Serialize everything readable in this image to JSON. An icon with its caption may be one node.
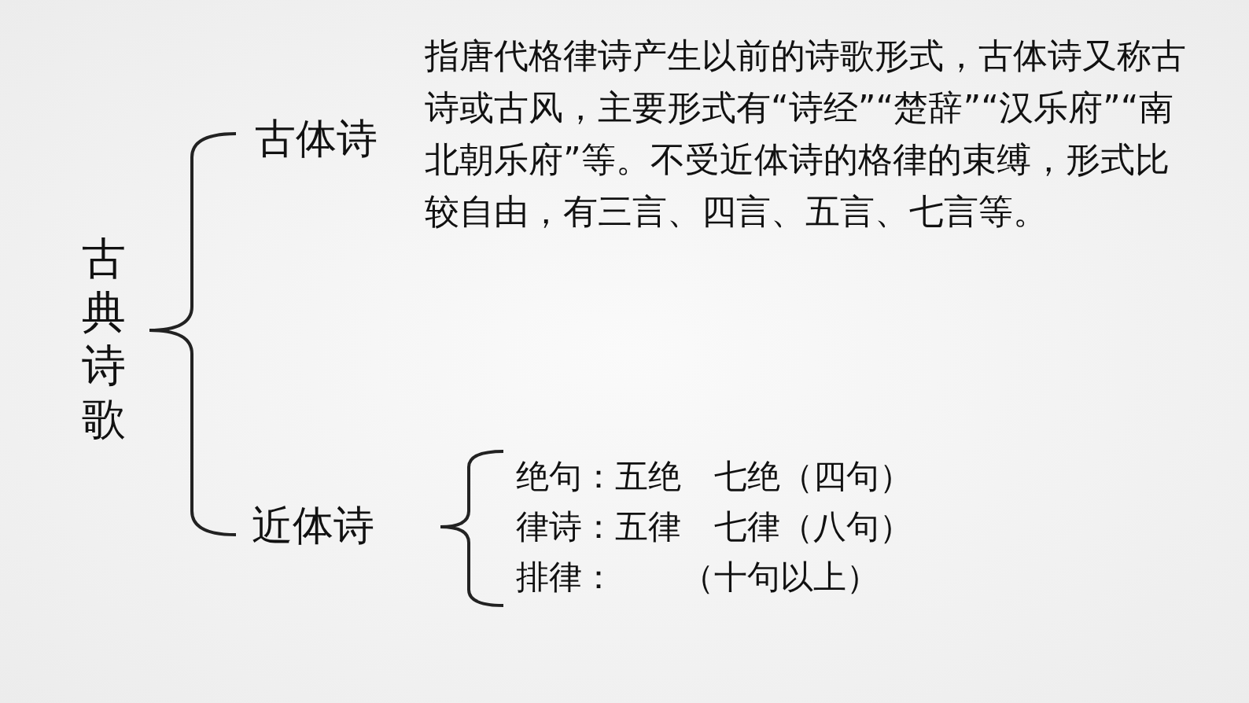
{
  "diagram": {
    "labels": [
      "古典诗歌",
      "古体诗",
      "指唐代格律诗产生以前的诗歌形式，古体诗又称古诗或古风，主要形式有“诗经”“楚辞”“汉乐府”“南北朝乐府”等。不受近体诗的格律的束缚，形式比较自由，有三言、四言、五言、七言等。",
      "近体诗",
      "绝句：五绝　七绝（四句）",
      "律诗：五律　七律（八句）",
      "排律：　　（十句以上）"
    ]
  }
}
